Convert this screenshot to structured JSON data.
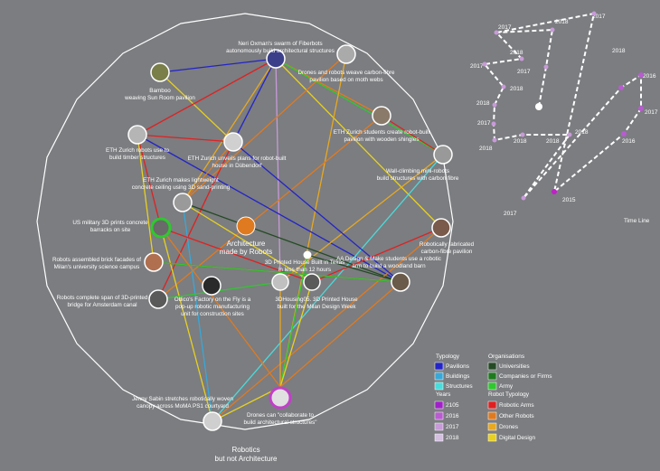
{
  "center": {
    "line1": "Architecture",
    "line2": "made by Robots"
  },
  "outer_label": {
    "line1": "Robotics",
    "line2": "but not Architecture"
  },
  "nodes": [
    {
      "id": "neri",
      "lines": [
        "Neri Oxman's swarm of Fiberbots",
        "autonomously build architectural structures"
      ]
    },
    {
      "id": "drones_moth",
      "lines": [
        "Drones and robots weave carbon-fibre",
        "pavilion based on moth webs"
      ]
    },
    {
      "id": "bamboo",
      "lines": [
        "Bamboo",
        "weaving Sun Room pavilion"
      ]
    },
    {
      "id": "eth_shingles",
      "lines": [
        "ETH Zurich students create robot-built",
        "pavilion with wooden shingles"
      ]
    },
    {
      "id": "eth_timber",
      "lines": [
        "ETH Zurich robots use to",
        "build timber structures"
      ]
    },
    {
      "id": "eth_house",
      "lines": [
        "ETH Zurich unveils plans for robot-built",
        "house in Dübendorf"
      ]
    },
    {
      "id": "wall_climb",
      "lines": [
        "Wall-climbing mini-robots",
        "build structures with carbon fibre"
      ]
    },
    {
      "id": "eth_ceiling",
      "lines": [
        "ETH Zurich makes lightweight",
        "concrete ceiling using 3D sand-printing"
      ]
    },
    {
      "id": "us_military",
      "lines": [
        "US military 3D prints concrete",
        "barracks on site"
      ]
    },
    {
      "id": "carbon_pav",
      "lines": [
        "Robotically fabricated",
        "carbon-fibre pavilion"
      ]
    },
    {
      "id": "brick_milan",
      "lines": [
        "Robots assembled brick facades of",
        "Milan's university science campus"
      ]
    },
    {
      "id": "texas",
      "lines": [
        "3D Printed House Built in Texas",
        "in less than 12 hours"
      ]
    },
    {
      "id": "aa_design",
      "lines": [
        "AA Design & Make students use a robotic",
        "arm to build a woodland barn"
      ]
    },
    {
      "id": "amsterdam",
      "lines": [
        "Robots complete span of 3D-printed",
        "bridge for Amsterdam canal"
      ]
    },
    {
      "id": "odico",
      "lines": [
        "Odico's Factory on the Fly is a",
        "pop-up robotic manufacturing",
        "unit for construction sites"
      ]
    },
    {
      "id": "milan_house",
      "lines": [
        "3DHousing05. 3D Printed House",
        "built for the Milan Design Week"
      ]
    },
    {
      "id": "jenny",
      "lines": [
        "Jenny Sabin stretches robotically woven",
        "canopy across MoMA PS1 courtyard"
      ]
    },
    {
      "id": "drones_collab",
      "lines": [
        "Drones can \"collaborate to",
        "build architectural structures\""
      ]
    }
  ],
  "timeline": {
    "title": "Time Line",
    "labels": [
      "2017",
      "2018",
      "2017",
      "2018",
      "2017",
      "2017",
      "2018",
      "2018",
      "2017",
      "2018",
      "2018",
      "2018",
      "2018",
      "2017",
      "2016",
      "2018",
      "2016",
      "2015",
      "2017"
    ]
  },
  "legend": {
    "typology": {
      "title": "Typology",
      "items": [
        {
          "label": "Pavilions",
          "color": "#2323c8"
        },
        {
          "label": "Buildings",
          "color": "#38a8d8"
        },
        {
          "label": "Structures",
          "color": "#49dcdc"
        }
      ]
    },
    "organisations": {
      "title": "Organisations",
      "items": [
        {
          "label": "Universities",
          "color": "#254a25"
        },
        {
          "label": "Companies or Firms",
          "color": "#1e7a1e"
        },
        {
          "label": "Army",
          "color": "#2fc82f"
        }
      ]
    },
    "years": {
      "title": "Years",
      "items": [
        {
          "label": "2105",
          "color": "#a020c8"
        },
        {
          "label": "2016",
          "color": "#b85cd0"
        },
        {
          "label": "2017",
          "color": "#c89ad8"
        },
        {
          "label": "2018",
          "color": "#d4bfe0"
        }
      ]
    },
    "robot_typology": {
      "title": "Robot Typology",
      "items": [
        {
          "label": "Robotic Arms",
          "color": "#e02020"
        },
        {
          "label": "Other Robots",
          "color": "#e07a20"
        },
        {
          "label": "Drones",
          "color": "#e8a820"
        },
        {
          "label": "Digital Design",
          "color": "#e8d020"
        }
      ]
    }
  }
}
